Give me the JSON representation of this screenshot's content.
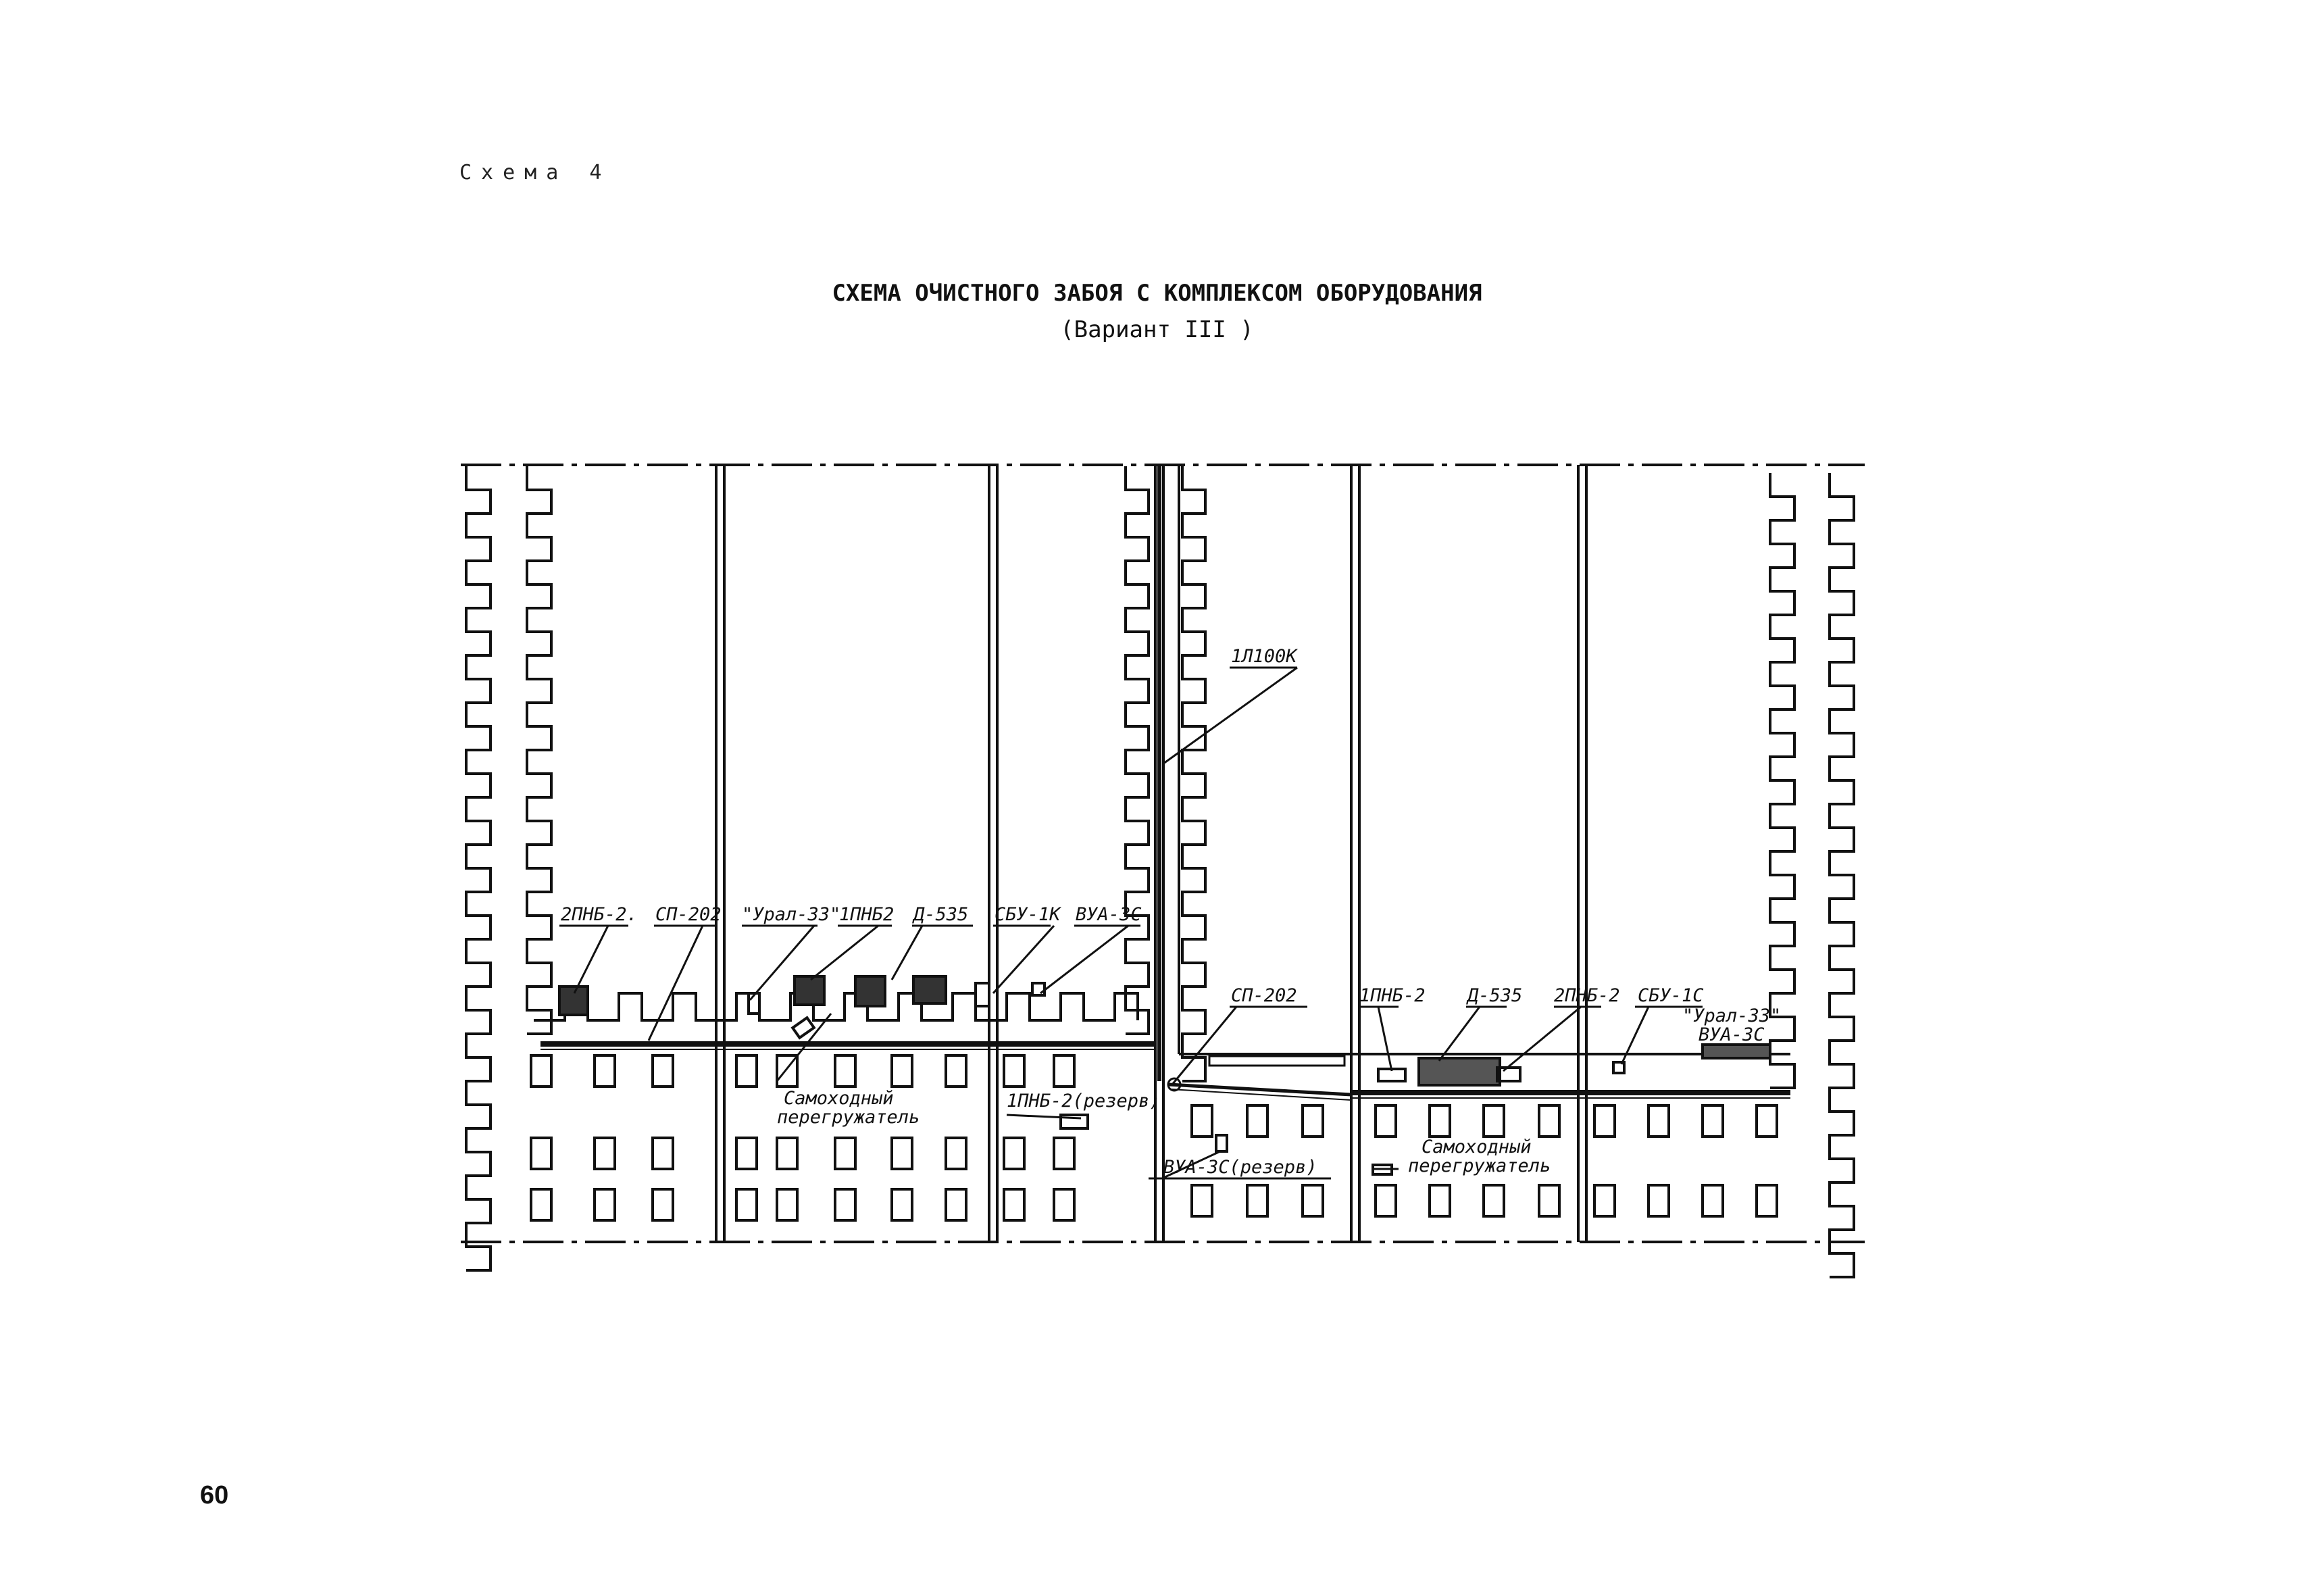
{
  "header": {
    "scheme_label": "Схема 4",
    "title": "СХЕМА ОЧИСТНОГО ЗАБОЯ С КОМПЛЕКСОМ ОБОРУДОВАНИЯ",
    "subtitle": "(Вариант III )"
  },
  "diagram": {
    "labels": {
      "conveyor_1l100k": "1Л100К",
      "left_2pnb2": "2ПНБ-2.",
      "left_sp202": "СП-202",
      "left_ural33": "\"Урал-33\"",
      "left_1pnb2": "1ПНБ2",
      "left_d535": "Д-535",
      "left_sbu1k": "СБУ-1К",
      "left_vua3s": "ВУА-3С",
      "left_transfer_line1": "Самоходный",
      "left_transfer_line2": "перегружатель",
      "left_1pnb2_reserve": "1ПНБ-2(резерв)",
      "right_sp202": "СП-202",
      "right_1pnb2": "1ПНБ-2",
      "right_d535": "Д-535",
      "right_2pnb2": "2ПНБ-2",
      "right_sbu1s": "СБУ-1С",
      "right_ural33": "\"Урал-33\"",
      "right_vua3s": "ВУА-3С",
      "right_vua3s_reserve": "ВУА-3С(резерв)",
      "right_transfer_line1": "Самоходный",
      "right_transfer_line2": "перегружатель"
    }
  },
  "footer": {
    "page_number": "60"
  }
}
